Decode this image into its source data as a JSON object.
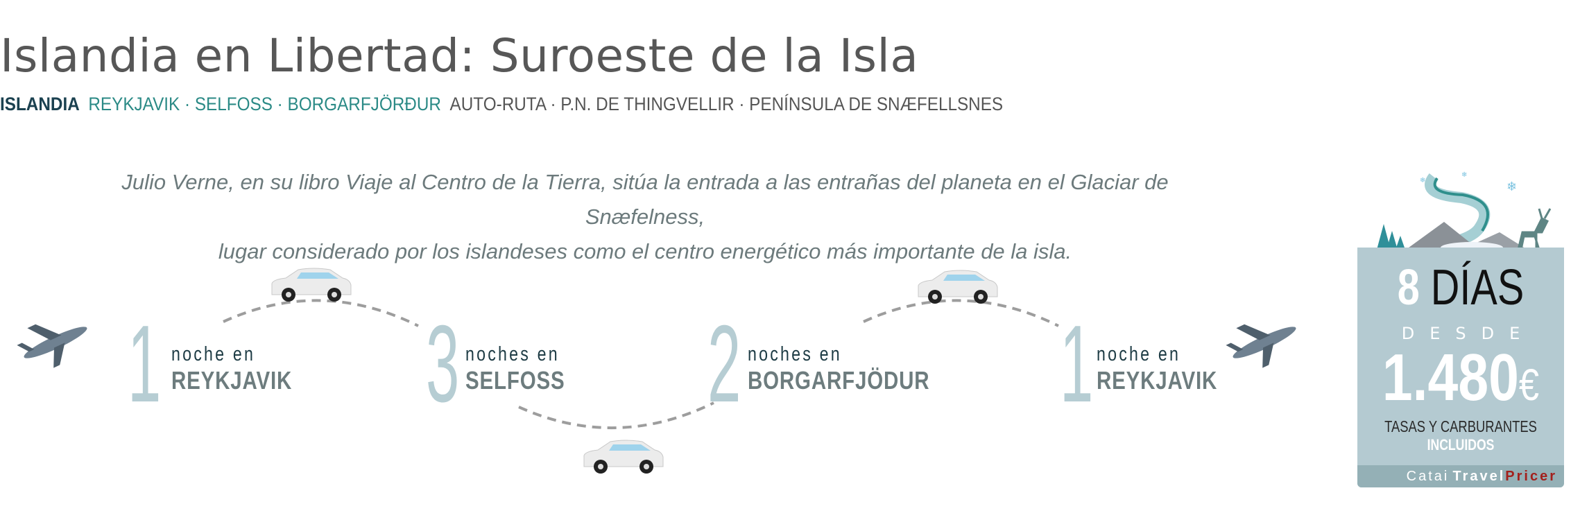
{
  "header": {
    "title": "Islandia en Libertad: Suroeste de la Isla",
    "country": "ISLANDIA",
    "cities": "REYKJAVIK · SELFOSS · BORGARFJÖRÐUR",
    "places": "AUTO-RUTA · P.N. DE THINGVELLIR · PENÍNSULA DE SNÆFELLSNES"
  },
  "quote": {
    "line1": "Julio Verne, en su libro Viaje al Centro de la Tierra, sitúa la entrada a las entrañas del planeta en el Glaciar de Snæfelness,",
    "line2": "lugar considerado por los islandeses como el centro energético más importante de la isla."
  },
  "route": {
    "stops": [
      {
        "nights": "1",
        "label": "noche en",
        "city": "REYKJAVIK"
      },
      {
        "nights": "3",
        "label": "noches en",
        "city": "SELFOSS"
      },
      {
        "nights": "2",
        "label": "noches en",
        "city": "BORGARFJÖDUR"
      },
      {
        "nights": "1",
        "label": "noche en",
        "city": "REYKJAVIK"
      }
    ]
  },
  "price_card": {
    "days_number": "8",
    "days_label": "DÍAS",
    "from_label": "DESDE",
    "price": "1.480",
    "currency": "€",
    "taxes": "TASAS Y CARBURANTES",
    "included": "INCLUIDOS",
    "brand_1": "Catai",
    "brand_2": "Travel",
    "brand_3": "Pricer"
  },
  "colors": {
    "accent": "#2b8a86",
    "card": "#b4cad1",
    "brand_red": "#a3201c"
  }
}
